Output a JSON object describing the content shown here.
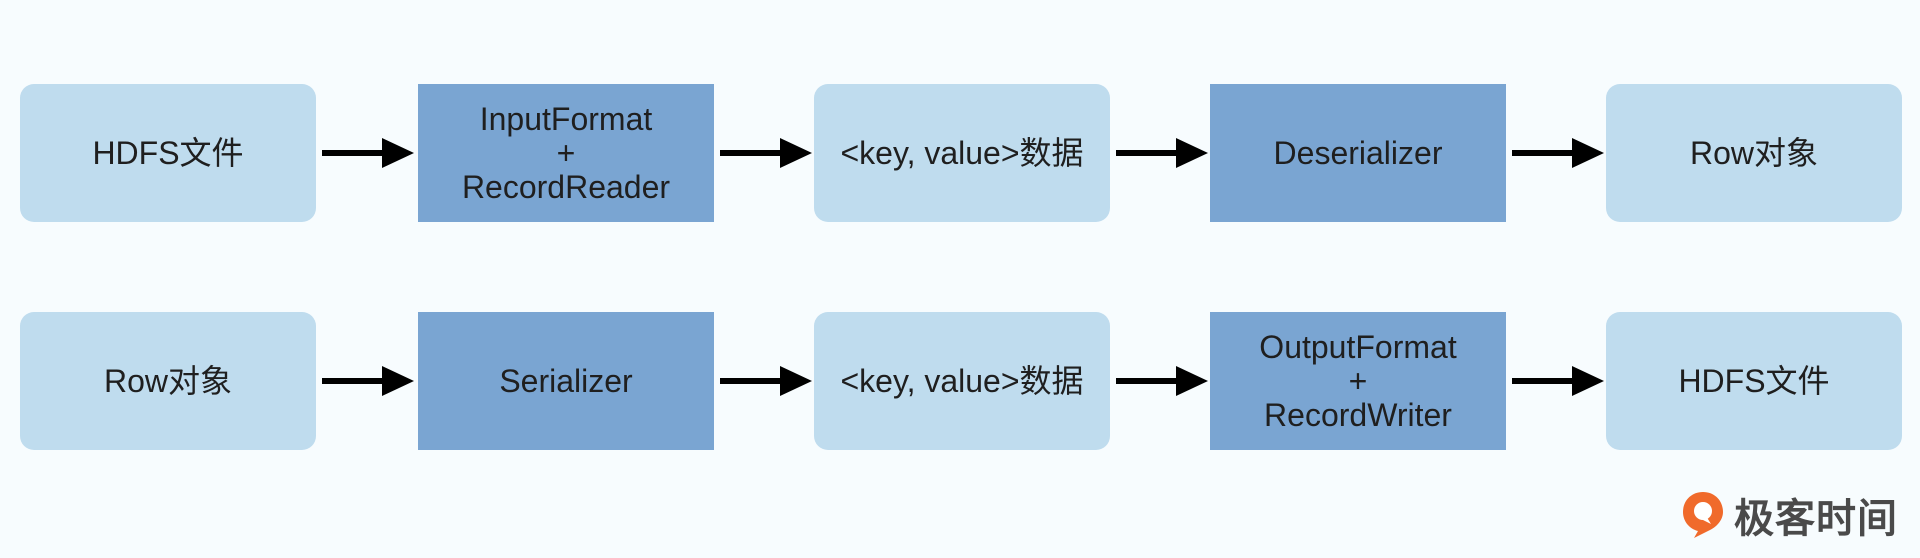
{
  "row1": [
    {
      "lines": [
        "HDFS文件"
      ]
    },
    {
      "lines": [
        "InputFormat",
        "+",
        "RecordReader"
      ]
    },
    {
      "lines": [
        "<key, value>数据"
      ]
    },
    {
      "lines": [
        "Deserializer"
      ]
    },
    {
      "lines": [
        "Row对象"
      ]
    }
  ],
  "row2": [
    {
      "lines": [
        "Row对象"
      ]
    },
    {
      "lines": [
        "Serializer"
      ]
    },
    {
      "lines": [
        "<key, value>数据"
      ]
    },
    {
      "lines": [
        "OutputFormat",
        "+",
        "RecordWriter"
      ]
    },
    {
      "lines": [
        "HDFS文件"
      ]
    }
  ],
  "logo": {
    "text": "极客时间"
  },
  "colors": {
    "light_box": "#bfdcee",
    "dark_box": "#7aa5d2",
    "arrow": "#000000",
    "logo_accent": "#f06a2b"
  }
}
